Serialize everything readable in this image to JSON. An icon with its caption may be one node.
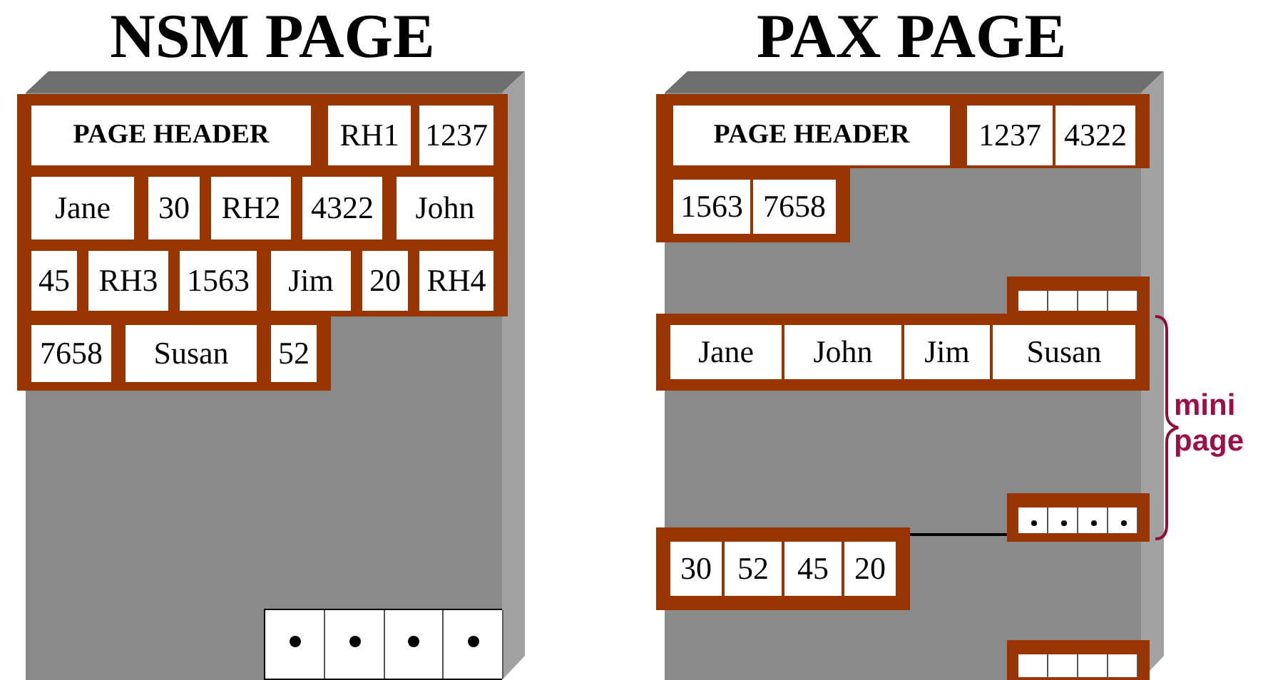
{
  "diagram": {
    "nodes": [
      {
        "text": [
          "NSM PAGE"
        ]
      },
      {
        "text": [
          "PAGE HEADER"
        ],
        "in": 0
      },
      {
        "text": [
          "RH1"
        ],
        "in": 0
      },
      {
        "text": [
          "1237"
        ],
        "in": 0
      },
      {
        "text": [
          "Jane"
        ],
        "in": 0
      },
      {
        "text": [
          "30"
        ],
        "in": 0
      },
      {
        "text": [
          "RH2"
        ],
        "in": 0
      },
      {
        "text": [
          "4322"
        ],
        "in": 0
      },
      {
        "text": [
          "John"
        ],
        "in": 0
      },
      {
        "text": [
          "45"
        ],
        "in": 0
      },
      {
        "text": [
          "RH3"
        ],
        "in": 0
      },
      {
        "text": [
          "1563"
        ],
        "in": 0
      },
      {
        "text": [
          "Jim"
        ],
        "in": 0
      },
      {
        "text": [
          "20"
        ],
        "in": 0
      },
      {
        "text": [
          "RH4"
        ],
        "in": 0
      },
      {
        "text": [
          "7658"
        ],
        "in": 0
      },
      {
        "text": [
          "Susan"
        ],
        "in": 0
      },
      {
        "text": [
          "52"
        ],
        "in": 0
      },
      {
        "text": [],
        "shape": "box",
        "in": 0
      },
      {
        "text": [
          "PAX PAGE"
        ]
      },
      {
        "text": [
          "PAGE HEADER"
        ],
        "in": 19
      },
      {
        "text": [
          "1237"
        ],
        "in": 19
      },
      {
        "text": [
          "4322"
        ],
        "in": 19
      },
      {
        "text": [
          "1563"
        ],
        "in": 19
      },
      {
        "text": [
          "7658"
        ],
        "in": 19
      },
      {
        "text": [],
        "shape": "box",
        "in": 19
      },
      {
        "text": [
          "Jane"
        ],
        "in": 19
      },
      {
        "text": [
          "John"
        ],
        "in": 19
      },
      {
        "text": [
          "Jim"
        ],
        "in": 19
      },
      {
        "text": [
          "Susan"
        ],
        "in": 19
      },
      {
        "text": [],
        "shape": "box",
        "in": 19
      },
      {
        "text": [],
        "shape": "box",
        "in": 19
      },
      {
        "text": [
          "30"
        ],
        "in": 31
      },
      {
        "text": [
          "52"
        ],
        "in": 31
      },
      {
        "text": [
          "45"
        ],
        "in": 31
      },
      {
        "text": [
          "20"
        ],
        "in": 31
      },
      {
        "text": [],
        "shape": "box",
        "in": 19
      }
    ],
    "edges": [
      {
        "from": 31,
        "to": 30,
        "arrow": "none"
      }
    ],
    "labels": [
      "mini page"
    ]
  }
}
